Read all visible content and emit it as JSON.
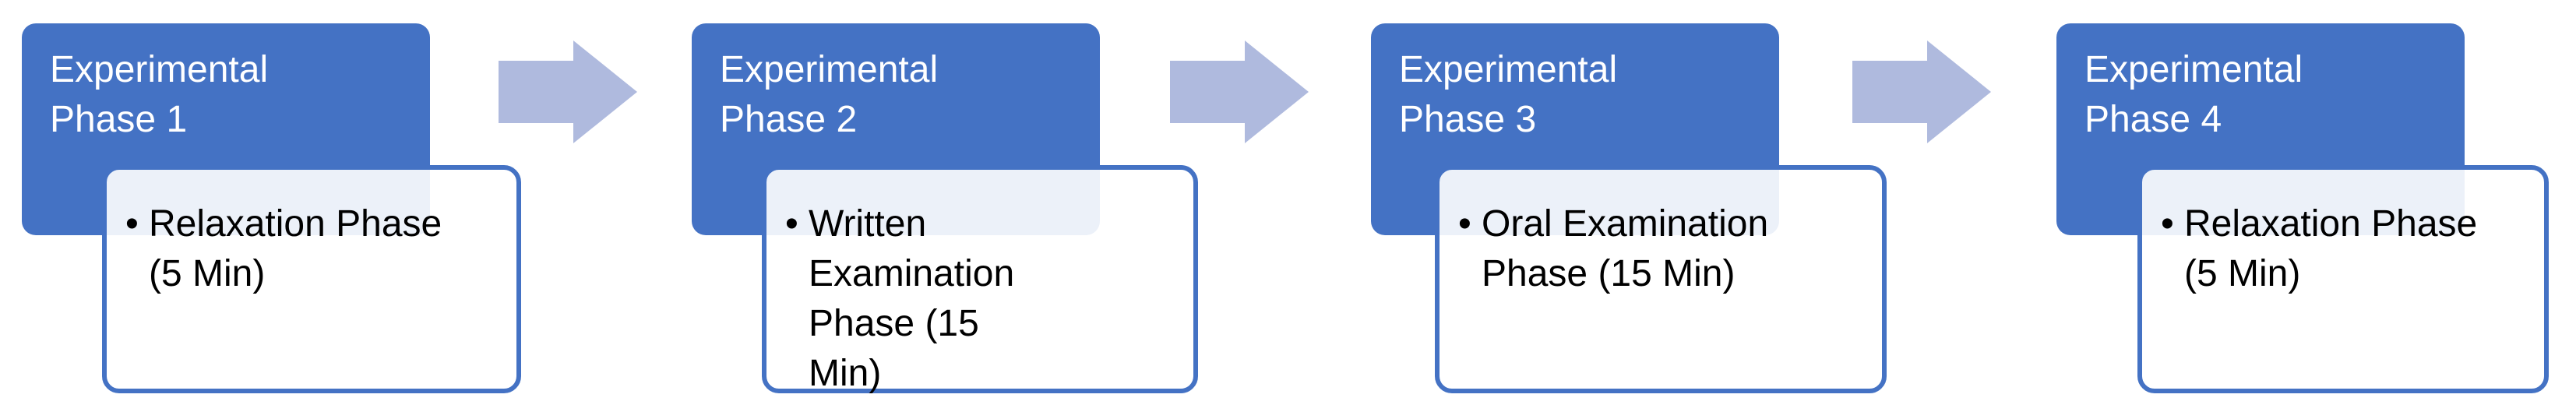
{
  "phases": [
    {
      "title_line1": "Experimental",
      "title_line2": "Phase 1",
      "detail": "Relaxation Phase (5 Min)"
    },
    {
      "title_line1": "Experimental",
      "title_line2": "Phase 2",
      "detail": "Written Examination Phase (15 Min)"
    },
    {
      "title_line1": "Experimental",
      "title_line2": "Phase 3",
      "detail": "Oral Examination Phase (15 Min)"
    },
    {
      "title_line1": "Experimental",
      "title_line2": "Phase 4",
      "detail": "Relaxation Phase (5 Min)"
    }
  ],
  "bullet_symbol": "•",
  "colors": {
    "header_fill": "#4472C4",
    "detail_border": "#4472C4",
    "arrow_fill": "#AFBADE",
    "header_text": "#FFFFFF",
    "detail_text": "#000000"
  },
  "icons": {
    "connector": "right-arrow-icon"
  }
}
